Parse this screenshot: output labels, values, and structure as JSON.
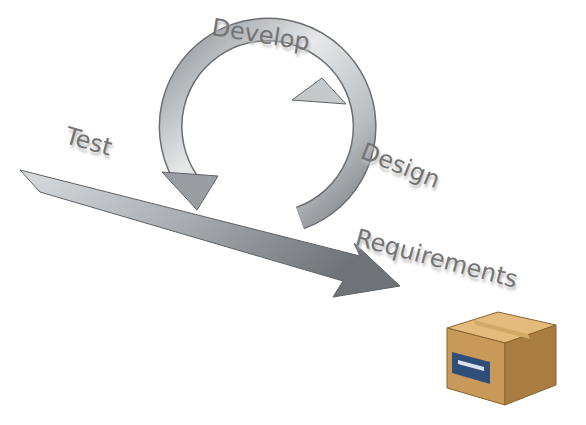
{
  "diagram": {
    "labels": [
      "Develop",
      "Test",
      "Design",
      "Requirements"
    ]
  }
}
